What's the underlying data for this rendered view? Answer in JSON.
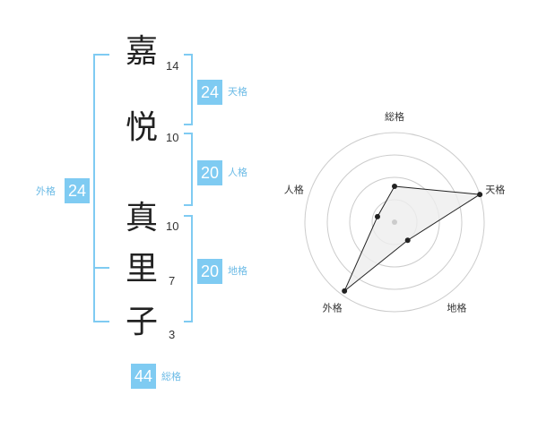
{
  "name": {
    "chars": [
      {
        "char": "嘉",
        "strokes": "14"
      },
      {
        "char": "悦",
        "strokes": "10"
      },
      {
        "char": "真",
        "strokes": "10"
      },
      {
        "char": "里",
        "strokes": "7"
      },
      {
        "char": "子",
        "strokes": "3"
      }
    ]
  },
  "kakusu": {
    "tenkaku": {
      "value": "24",
      "label": "天格"
    },
    "jinkaku": {
      "value": "20",
      "label": "人格"
    },
    "chikaku": {
      "value": "20",
      "label": "地格"
    },
    "gaikaku": {
      "value": "24",
      "label": "外格"
    },
    "soukaku": {
      "value": "44",
      "label": "総格"
    }
  },
  "chart_data": {
    "type": "radar",
    "axes": [
      "総格",
      "天格",
      "地格",
      "外格",
      "人格"
    ],
    "values": [
      0.4,
      1.0,
      0.25,
      0.95,
      0.2
    ],
    "rings": 4,
    "colors": {
      "line": "#222222",
      "fill": "#eeeeee",
      "grid": "#cccccc",
      "accent": "#7fcbf2"
    }
  }
}
